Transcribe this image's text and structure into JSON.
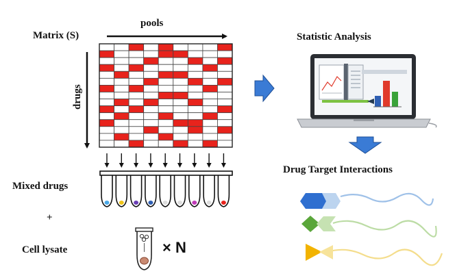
{
  "labels": {
    "matrix": "Matrix (S)",
    "pools": "pools",
    "drugs": "drugs",
    "mixed_drugs": "Mixed drugs",
    "plus": "+",
    "cell_lysate": "Cell lysate",
    "times_n": "× N",
    "statistic_analysis": "Statistic Analysis",
    "drug_target_interactions": "Drug Target Interactions"
  },
  "colors": {
    "cell_red": "#e8231c",
    "grid_line": "#444444",
    "arrow_blue": "#3a7bd5",
    "interaction_blue": "#2f6fd0",
    "interaction_blue_light": "#bcd4ef",
    "interaction_green": "#5aa63a",
    "interaction_green_light": "#c6e2b2",
    "interaction_yellow": "#f2b300",
    "interaction_yellow_light": "#f7e39a",
    "bar_red": "#e03a2b",
    "bar_blue": "#2f5fb3",
    "bar_green": "#3aa33a"
  },
  "matrix": {
    "rows": 15,
    "cols": 9,
    "filled": [
      [
        0,
        2
      ],
      [
        0,
        4
      ],
      [
        0,
        8
      ],
      [
        1,
        0
      ],
      [
        1,
        4
      ],
      [
        1,
        5
      ],
      [
        2,
        3
      ],
      [
        2,
        6
      ],
      [
        2,
        8
      ],
      [
        3,
        0
      ],
      [
        3,
        2
      ],
      [
        3,
        7
      ],
      [
        4,
        1
      ],
      [
        4,
        4
      ],
      [
        4,
        5
      ],
      [
        5,
        3
      ],
      [
        5,
        6
      ],
      [
        5,
        8
      ],
      [
        6,
        0
      ],
      [
        6,
        2
      ],
      [
        6,
        7
      ],
      [
        7,
        4
      ],
      [
        7,
        5
      ],
      [
        8,
        1
      ],
      [
        8,
        3
      ],
      [
        8,
        6
      ],
      [
        9,
        0
      ],
      [
        9,
        2
      ],
      [
        9,
        8
      ],
      [
        10,
        1
      ],
      [
        10,
        4
      ],
      [
        10,
        7
      ],
      [
        11,
        0
      ],
      [
        11,
        5
      ],
      [
        11,
        6
      ],
      [
        12,
        3
      ],
      [
        12,
        6
      ],
      [
        12,
        8
      ],
      [
        13,
        1
      ],
      [
        13,
        4
      ],
      [
        14,
        2
      ],
      [
        14,
        5
      ],
      [
        14,
        7
      ]
    ]
  },
  "tubes": {
    "count": 9,
    "tip_colors": [
      "#4aa8e6",
      "#f0c419",
      "#6a3fb5",
      "#2f5fb3",
      "#dddddd",
      "#dddddd",
      "#c03bb8",
      "#dddddd",
      "#e8231c"
    ]
  }
}
